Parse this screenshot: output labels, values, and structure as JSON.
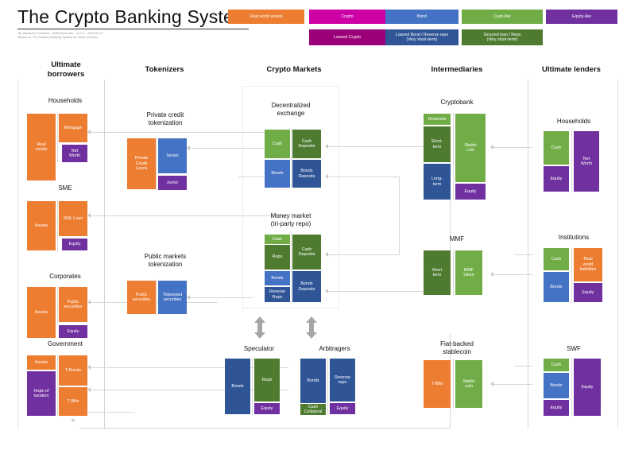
{
  "header": {
    "title": "The Crypto Banking System",
    "byline_line1": "By Sebastien Derivaux - @SebVentures - v0.2.2 - 2023-02-17",
    "byline_line2": "Based on The Shadow Banking System by Zoltan Zsomar"
  },
  "legend": [
    {
      "label": "Real world assets",
      "color": "#ED7D31"
    },
    {
      "label": "Crypto",
      "color": "#CC00A5"
    },
    {
      "label": "Bond",
      "color": "#4472C4"
    },
    {
      "label": "Cash-like",
      "color": "#70AD47"
    },
    {
      "label": "Equity-like",
      "color": "#7030A0"
    },
    {
      "label": "Loaned Crypto",
      "color": "#9B0079"
    },
    {
      "label": "Loaned Bond / Reverse repo\n(Very short-term)",
      "color": "#2F5597"
    },
    {
      "label": "Secured loan / Repo\n(Very short-term)",
      "color": "#4E7B30"
    }
  ],
  "columns": [
    {
      "name": "ultimate-borrowers",
      "label": "Ultimate\nborrowers"
    },
    {
      "name": "tokenizers",
      "label": "Tokenizers"
    },
    {
      "name": "crypto-markets",
      "label": "Crypto Markets"
    },
    {
      "name": "intermediaries",
      "label": "Intermediaries"
    },
    {
      "name": "ultimate-lenders",
      "label": "Ultimate lenders"
    }
  ],
  "groups": {
    "households_borrower": {
      "title": "Households",
      "blocks": [
        {
          "label": "Real\nestate",
          "color": "#ED7D31"
        },
        {
          "label": "Mortgage",
          "color": "#ED7D31"
        },
        {
          "label": "Net\nWorth",
          "color": "#7030A0"
        }
      ]
    },
    "sme": {
      "title": "SME",
      "blocks": [
        {
          "label": "Assets",
          "color": "#ED7D31"
        },
        {
          "label": "SML Loan",
          "color": "#ED7D31"
        },
        {
          "label": "Equity",
          "color": "#7030A0"
        }
      ]
    },
    "corporates": {
      "title": "Corporates",
      "blocks": [
        {
          "label": "Assets",
          "color": "#ED7D31"
        },
        {
          "label": "Public\nsecurities",
          "color": "#ED7D31"
        },
        {
          "label": "Equity",
          "color": "#7030A0"
        }
      ]
    },
    "government": {
      "title": "Government",
      "blocks": [
        {
          "label": "Assets",
          "color": "#ED7D31"
        },
        {
          "label": "Hope of\ntaxation",
          "color": "#7030A0"
        },
        {
          "label": "T-Bonds",
          "color": "#ED7D31"
        },
        {
          "label": "T-Bills",
          "color": "#ED7D31"
        }
      ]
    },
    "private_credit_tokenization": {
      "title": "Private credit\ntokenization",
      "blocks": [
        {
          "label": "Private\nCredit\nLoans",
          "color": "#ED7D31"
        },
        {
          "label": "Senior",
          "color": "#4472C4"
        },
        {
          "label": "Junior",
          "color": "#7030A0"
        }
      ]
    },
    "public_markets_tokenization": {
      "title": "Public markets\ntokenization",
      "blocks": [
        {
          "label": "Public\nsecurities",
          "color": "#ED7D31"
        },
        {
          "label": "Tokenized\nsecurities",
          "color": "#4472C4"
        }
      ]
    },
    "decentralized_exchange": {
      "title": "Decentralized\nexchange",
      "blocks": [
        {
          "label": "Cash",
          "color": "#70AD47"
        },
        {
          "label": "Cash\nDeposits",
          "color": "#4E7B30"
        },
        {
          "label": "Bonds",
          "color": "#4472C4"
        },
        {
          "label": "Bonds\nDeposits",
          "color": "#2F5597"
        }
      ]
    },
    "money_market": {
      "title": "Money market\n(tri-party repo)",
      "blocks": [
        {
          "label": "Cash",
          "color": "#70AD47"
        },
        {
          "label": "Repo",
          "color": "#4E7B30"
        },
        {
          "label": "Cash\nDeposits",
          "color": "#4E7B30"
        },
        {
          "label": "Bonds",
          "color": "#4472C4"
        },
        {
          "label": "Reverse\nRepo",
          "color": "#2F5597"
        },
        {
          "label": "Bonds\nDeposits",
          "color": "#2F5597"
        }
      ]
    },
    "speculator": {
      "title": "Speculator",
      "blocks": [
        {
          "label": "Bonds",
          "color": "#2F5597"
        },
        {
          "label": "Repo",
          "color": "#4E7B30"
        },
        {
          "label": "Equity",
          "color": "#7030A0"
        }
      ]
    },
    "arbitragers": {
      "title": "Arbitragers",
      "blocks": [
        {
          "label": "Bonds",
          "color": "#2F5597"
        },
        {
          "label": "Cash\nCollateral",
          "color": "#4E7B30"
        },
        {
          "label": "Reverse\nrepo",
          "color": "#2F5597"
        },
        {
          "label": "Equity",
          "color": "#7030A0"
        }
      ]
    },
    "cryptobank": {
      "title": "Cryptobank",
      "blocks": [
        {
          "label": "Reserves",
          "color": "#70AD47"
        },
        {
          "label": "Short-\nterm",
          "color": "#4E7B30"
        },
        {
          "label": "Long-\nterm",
          "color": "#2F5597"
        },
        {
          "label": "Stable\ncoin",
          "color": "#70AD47"
        },
        {
          "label": "Equity",
          "color": "#7030A0"
        }
      ]
    },
    "mmf": {
      "title": "MMF",
      "blocks": [
        {
          "label": "Short\nterm",
          "color": "#4E7B30"
        },
        {
          "label": "MMF\ntoken",
          "color": "#70AD47"
        }
      ]
    },
    "fiat_backed_stablecoin": {
      "title": "Fiat-backed\nstablecoin",
      "blocks": [
        {
          "label": "T-Bills",
          "color": "#ED7D31"
        },
        {
          "label": "Stable\ncoin",
          "color": "#70AD47"
        }
      ]
    },
    "households_lender": {
      "title": "Households",
      "blocks": [
        {
          "label": "Cash",
          "color": "#70AD47"
        },
        {
          "label": "Equity",
          "color": "#7030A0"
        },
        {
          "label": "Net\nWorth",
          "color": "#7030A0"
        }
      ]
    },
    "institutions": {
      "title": "Institutions",
      "blocks": [
        {
          "label": "Cash",
          "color": "#70AD47"
        },
        {
          "label": "Bonds",
          "color": "#4472C4"
        },
        {
          "label": "Real\nworld\nliabilities",
          "color": "#ED7D31"
        },
        {
          "label": "Equity",
          "color": "#7030A0"
        }
      ]
    },
    "swf": {
      "title": "SWF",
      "blocks": [
        {
          "label": "Cash",
          "color": "#70AD47"
        },
        {
          "label": "Bonds",
          "color": "#4472C4"
        },
        {
          "label": "Equity",
          "color": "#7030A0"
        },
        {
          "label": "Equity",
          "color": "#7030A0"
        }
      ]
    }
  }
}
